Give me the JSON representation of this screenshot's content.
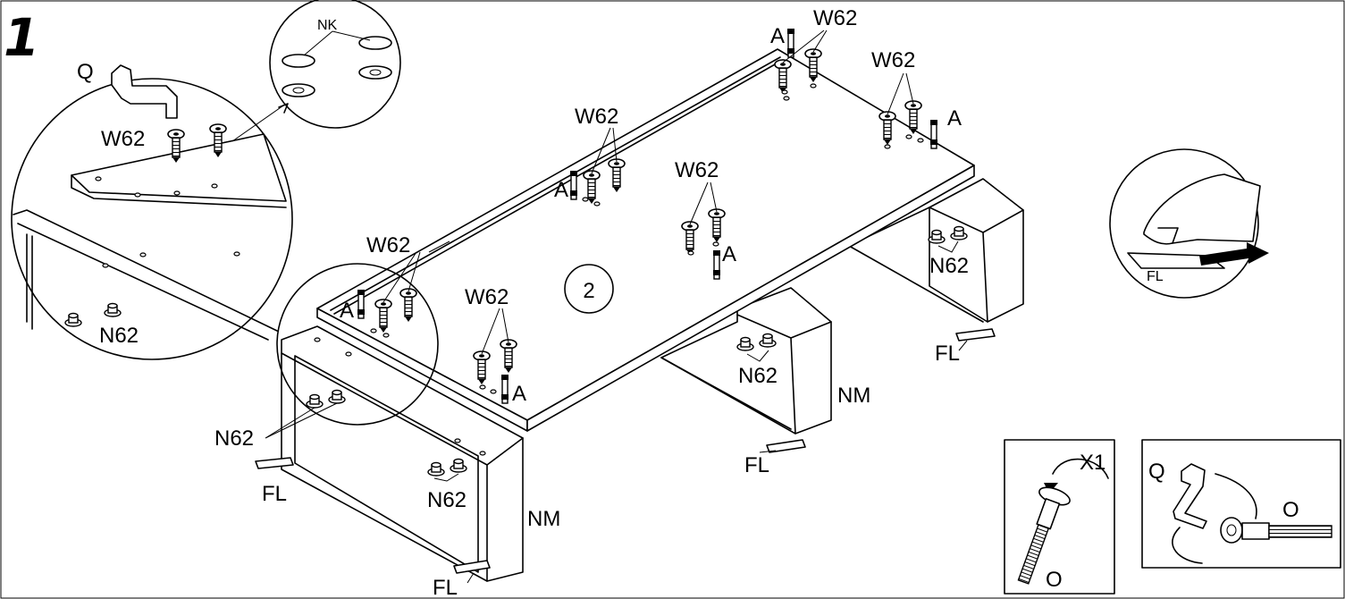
{
  "step_number": "1",
  "sub_step": "2",
  "labels": {
    "w62": "W62",
    "a": "A",
    "n62": "N62",
    "nm": "NM",
    "fl": "FL",
    "nk": "NK",
    "q": "Q",
    "o": "O",
    "x1": "X1"
  },
  "colors": {
    "ink": "#000000",
    "paper": "#ffffff"
  }
}
